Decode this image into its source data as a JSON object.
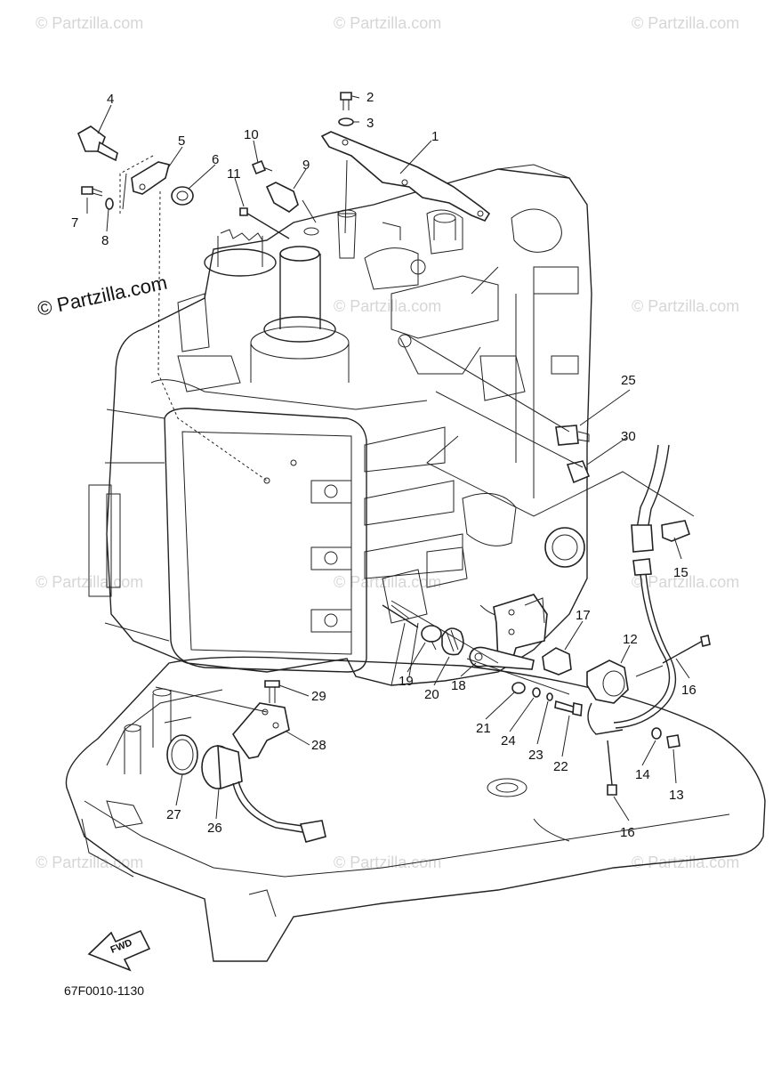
{
  "diagram_code": "67F0010-1130",
  "watermark_main": "© Partzilla.com",
  "watermark_faint": "© Partzilla.com",
  "fwd_label": "FWD",
  "callouts": [
    "1",
    "2",
    "3",
    "4",
    "5",
    "6",
    "7",
    "8",
    "9",
    "10",
    "11",
    "12",
    "13",
    "14",
    "15",
    "16",
    "16",
    "17",
    "18",
    "19",
    "20",
    "21",
    "22",
    "23",
    "24",
    "25",
    "26",
    "27",
    "28",
    "29",
    "30"
  ]
}
